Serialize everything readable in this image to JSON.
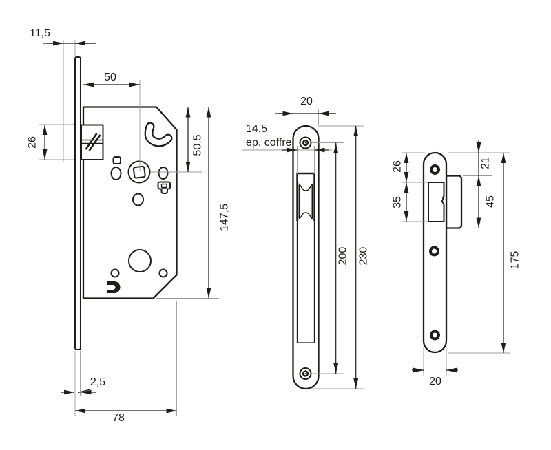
{
  "drawing": {
    "background": "#ffffff",
    "line_color": "#1d1d1b",
    "views": {
      "lock_case": {
        "title": "lock case side view",
        "dims": {
          "front_offset": "11,5",
          "backset": "50",
          "latch_height": "26",
          "axis_from_top": "50,5",
          "case_height": "147,5",
          "faceplate_thickness": "2,5",
          "case_depth": "78"
        }
      },
      "faceplate": {
        "title": "faceplate front view",
        "dims": {
          "width": "20",
          "case_thickness": "14,5",
          "case_thickness_label": "ep. coffre",
          "screw_centers": "200",
          "length": "230"
        }
      },
      "strike_plate": {
        "title": "strike plate front view",
        "dims": {
          "top_to_opening": "26",
          "opening_height": "35",
          "top_to_lip": "21",
          "lip_height": "45",
          "length": "175",
          "width": "20"
        }
      }
    }
  }
}
